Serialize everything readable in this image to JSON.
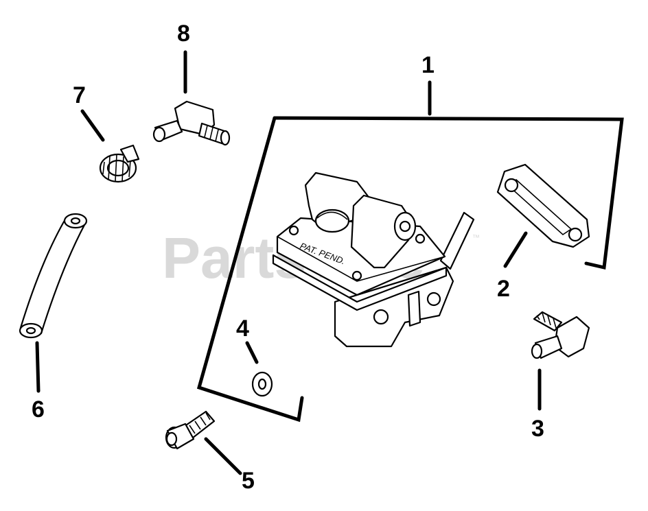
{
  "watermark": {
    "text": "PartsTree",
    "trademark": "™"
  },
  "pump_stamp": "PAT. PEND.",
  "callouts": [
    {
      "id": "1",
      "label": "1"
    },
    {
      "id": "2",
      "label": "2"
    },
    {
      "id": "3",
      "label": "3"
    },
    {
      "id": "4",
      "label": "4"
    },
    {
      "id": "5",
      "label": "5"
    },
    {
      "id": "6",
      "label": "6"
    },
    {
      "id": "7",
      "label": "7"
    },
    {
      "id": "8",
      "label": "8"
    }
  ]
}
